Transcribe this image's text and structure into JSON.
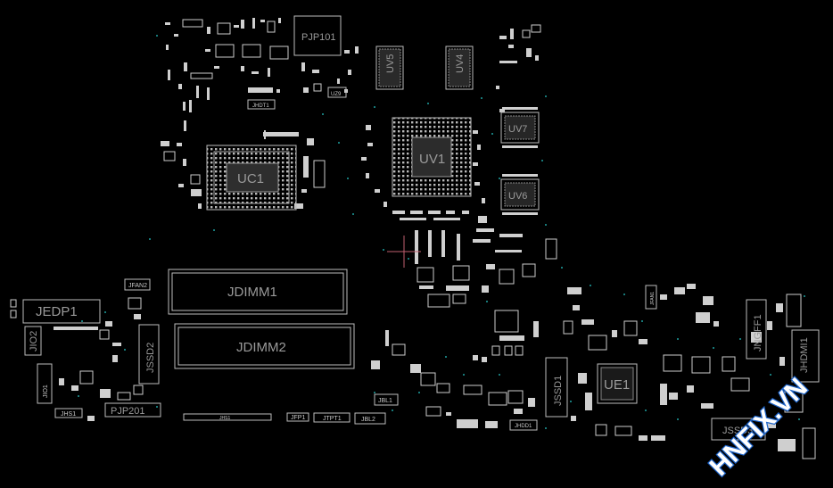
{
  "components": {
    "pjp101": "PJP101",
    "uv5": "UV5",
    "uv4": "UV4",
    "uv7": "UV7",
    "uv6": "UV6",
    "uv1": "UV1",
    "uc1": "UC1",
    "jhdt1": "JHDT1",
    "uz9": "UZ9",
    "jedp1": "JEDP1",
    "jio2": "JIO2",
    "jio1": "JIO1",
    "jhs1": "JHS1",
    "jfan2": "JFAN2",
    "jssd2": "JSSD2",
    "pjp201": "PJP201",
    "jdimm1": "JDIMM1",
    "jdimm2": "JDIMM2",
    "jhs1_bottom": "JHS1",
    "jfp1": "JFP1",
    "jtpt1": "JTPT1",
    "jbl2": "JBL2",
    "jbl1": "JBL1",
    "jhdd1": "JHDD1",
    "jssd1": "JSSD1",
    "ue1": "UE1",
    "jngff1": "JNGFF1",
    "jhdmi1": "JHDMI1",
    "jssd3": "JSSD3",
    "jfan1": "JFAN1"
  },
  "watermark": {
    "text": "HNFIX.VN",
    "color": "#1e64c8"
  }
}
